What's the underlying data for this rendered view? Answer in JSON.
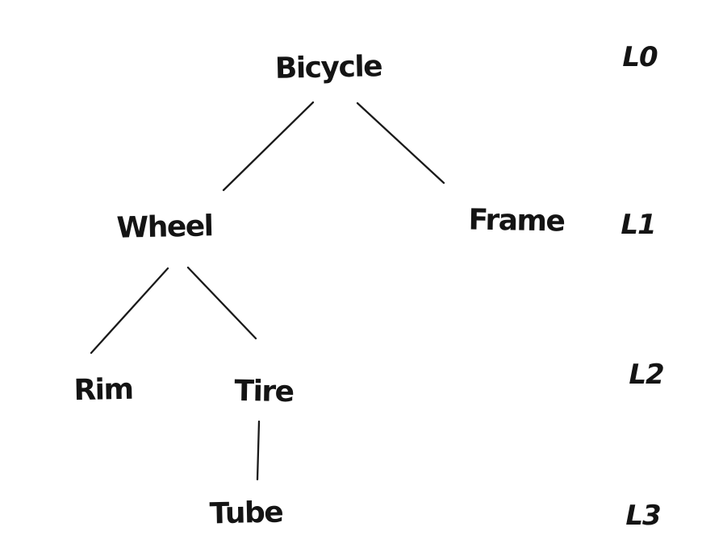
{
  "canvas": {
    "background": "#ffffff",
    "ink": "#1a1a1a"
  },
  "diagram": {
    "type": "tree",
    "style": "hand-drawn",
    "nodes": [
      {
        "id": "bicycle",
        "label": "Bicycle",
        "level": "L0"
      },
      {
        "id": "wheel",
        "label": "Wheel",
        "level": "L1"
      },
      {
        "id": "frame",
        "label": "Frame",
        "level": "L1"
      },
      {
        "id": "rim",
        "label": "Rim",
        "level": "L2"
      },
      {
        "id": "tire",
        "label": "Tire",
        "level": "L2"
      },
      {
        "id": "tube",
        "label": "Tube",
        "level": "L3"
      }
    ],
    "edges": [
      {
        "from": "bicycle",
        "to": "wheel"
      },
      {
        "from": "bicycle",
        "to": "frame"
      },
      {
        "from": "wheel",
        "to": "rim"
      },
      {
        "from": "wheel",
        "to": "tire"
      },
      {
        "from": "tire",
        "to": "tube"
      }
    ],
    "level_labels": [
      "L0",
      "L1",
      "L2",
      "L3"
    ]
  }
}
